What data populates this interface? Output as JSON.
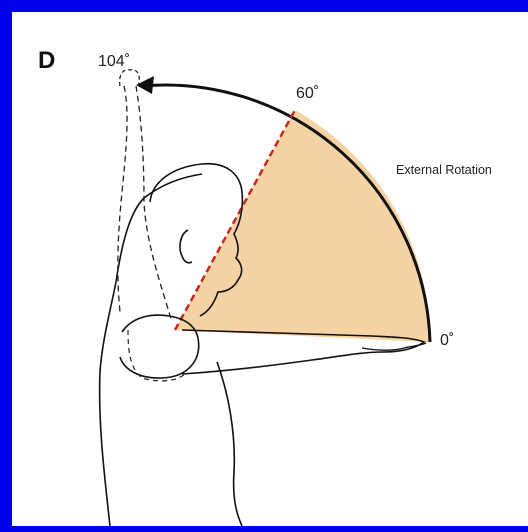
{
  "figure": {
    "panel_label": "D",
    "angle_max_label": "104˚",
    "angle_mid_label": "60˚",
    "angle_zero_label": "0˚",
    "motion_label": "External Rotation"
  },
  "colors": {
    "frame": "#0000ee",
    "wedge_fill": "#f6d3a5",
    "outline": "#111111",
    "dashed_line": "#c4281e"
  }
}
